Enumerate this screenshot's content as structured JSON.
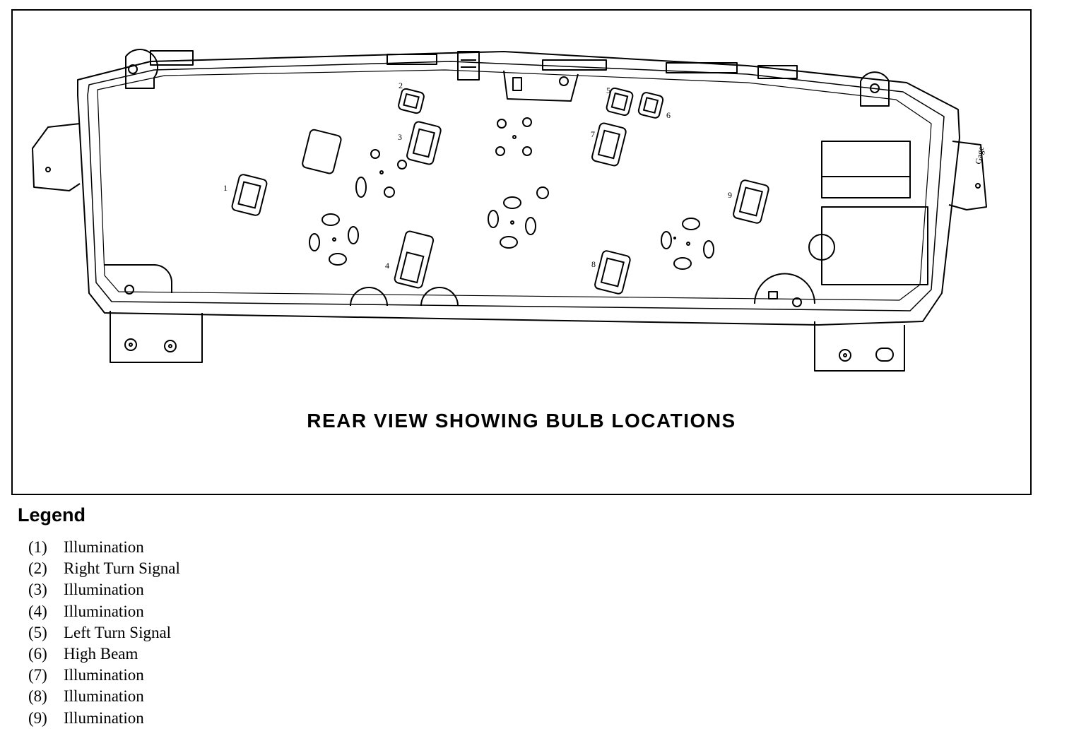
{
  "figure": {
    "caption": "REAR VIEW SHOWING BULB LOCATIONS",
    "callouts": [
      "1",
      "2",
      "3",
      "4",
      "5",
      "6",
      "7",
      "8",
      "9"
    ],
    "side_mark": "Gage"
  },
  "legend": {
    "title": "Legend",
    "items": [
      {
        "num": "(1)",
        "label": "Illumination"
      },
      {
        "num": "(2)",
        "label": "Right Turn Signal"
      },
      {
        "num": "(3)",
        "label": "Illumination"
      },
      {
        "num": "(4)",
        "label": "Illumination"
      },
      {
        "num": "(5)",
        "label": "Left Turn Signal"
      },
      {
        "num": "(6)",
        "label": "High Beam"
      },
      {
        "num": "(7)",
        "label": "Illumination"
      },
      {
        "num": "(8)",
        "label": "Illumination"
      },
      {
        "num": "(9)",
        "label": "Illumination"
      }
    ]
  }
}
